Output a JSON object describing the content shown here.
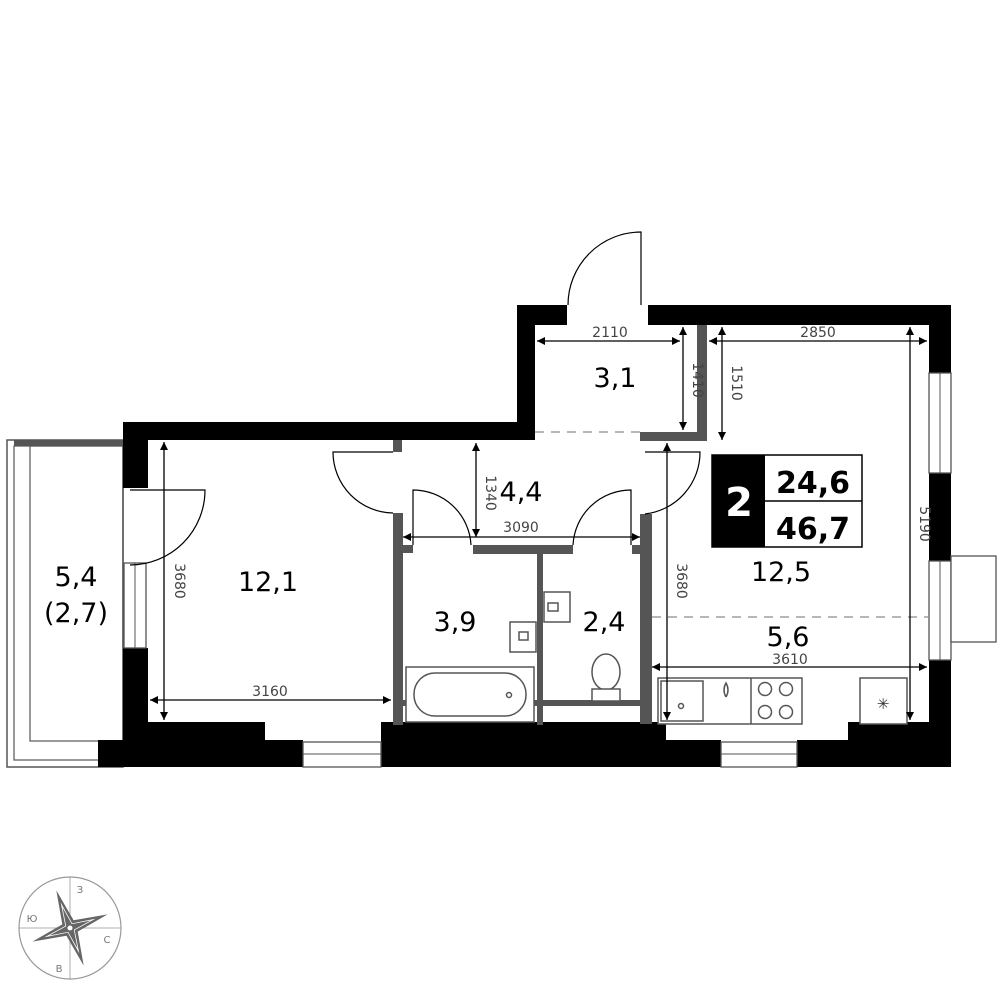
{
  "plan": {
    "rooms_count": "2",
    "living_area": "24,6",
    "total_area": "46,7",
    "rooms": {
      "balcony_area": "5,4",
      "balcony_reduced": "(2,7)",
      "bedroom": "12,1",
      "wardrobe": "3,1",
      "hall": "4,4",
      "bathroom": "3,9",
      "toilet": "2,4",
      "living_room": "12,5",
      "kitchen": "5,6"
    },
    "dimensions": {
      "d2110": "2110",
      "d1410": "1410",
      "d1510": "1510",
      "d2850": "2850",
      "d1340": "1340",
      "d3090": "3090",
      "d3680_left": "3680",
      "d3680_right": "3680",
      "d5190": "5190",
      "d3610": "3610",
      "d3160": "3160"
    },
    "compass": {
      "z": "З",
      "s": "С",
      "v": "В",
      "yu": "Ю"
    }
  }
}
